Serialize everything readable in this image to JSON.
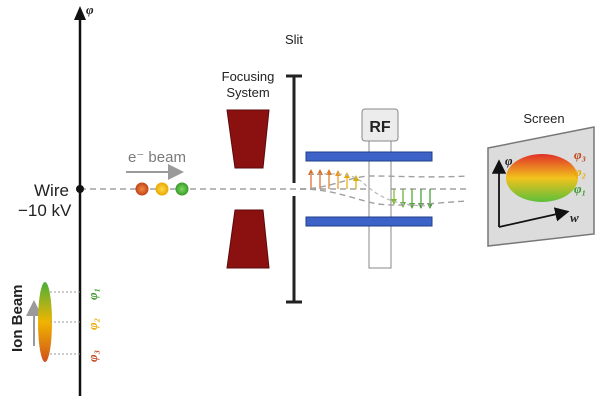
{
  "labels": {
    "phi_axis": "φ",
    "wire": "Wire",
    "voltage": "−10 kV",
    "e_beam": "e⁻ beam",
    "focusing": [
      "Focusing",
      "System"
    ],
    "slit": "Slit",
    "rf": "RF",
    "screen": "Screen",
    "ion_beam": "Ion Beam",
    "screen_y": "φ",
    "screen_x": "w"
  },
  "phases": {
    "left": [
      "φ₁",
      "φ₂",
      "φ₃"
    ],
    "screen": [
      "φ₃",
      "φ₂",
      "φ₁"
    ]
  },
  "colors": {
    "focusing": "#8b1111",
    "plates": "#3d62c8",
    "phi1": "#3a9a2a",
    "phi2": "#e8a800",
    "phi3": "#c0441a",
    "screen_bg": "#dcdcdc"
  }
}
